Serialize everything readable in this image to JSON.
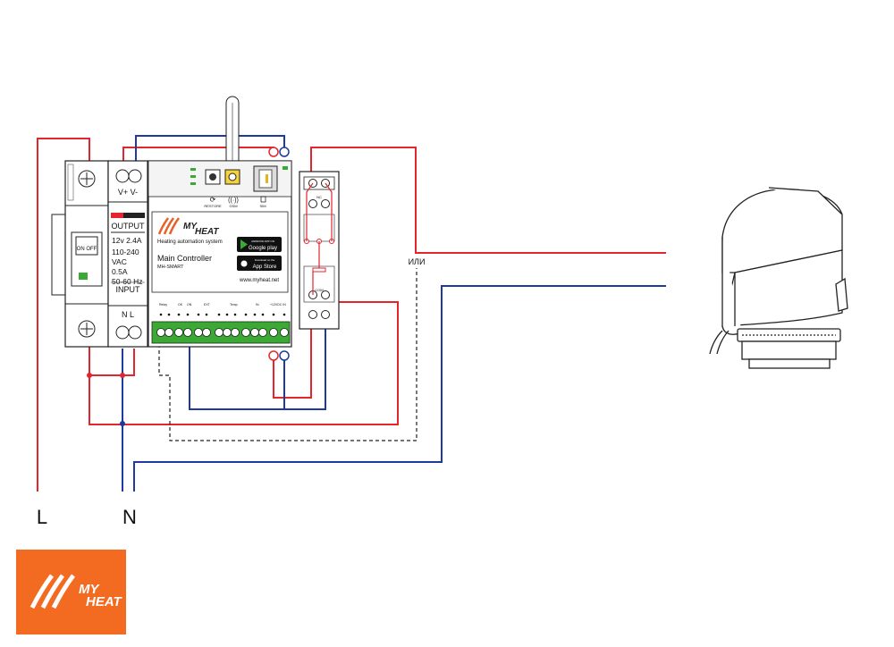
{
  "psu": {
    "output_label": "OUTPUT",
    "vplus_vminus": "V+  V-",
    "spec_lines": [
      "12v 2.4A",
      "110-240",
      "VAC",
      "0.5A",
      "50-60 Hz"
    ],
    "input_label": "INPUT",
    "nl": "N  L"
  },
  "breaker": {
    "switch_label": "ON OFF"
  },
  "controller": {
    "brand": "MY HEAT",
    "subtitle": "Heating automation system",
    "title": "Main Controller",
    "model": "MH-SMART",
    "website": "www.myheat.net",
    "google_play": "Google play",
    "google_play_top": "ANDROID APP ON",
    "app_store": "App Store",
    "app_store_top": "Download on the",
    "icon_labels": [
      "RESTORE",
      "GSM",
      "SIM"
    ]
  },
  "terminal_groups": [
    "Relay",
    "OK",
    "ON",
    "EXT",
    "Temp",
    "IN",
    "+12VDC IN"
  ],
  "relay_block": {
    "top_label": "NC",
    "bottom_label": "COM"
  },
  "annotation": {
    "or_label": "ИЛИ"
  },
  "wires": {
    "l_label": "L",
    "n_label": "N"
  },
  "logo": {
    "text_top": "MY",
    "text_bottom": "HEAT",
    "bg": "#f26b21"
  },
  "colors": {
    "phase": "#e3262e",
    "neutral": "#1f3a9e",
    "green": "#3aaa35"
  }
}
